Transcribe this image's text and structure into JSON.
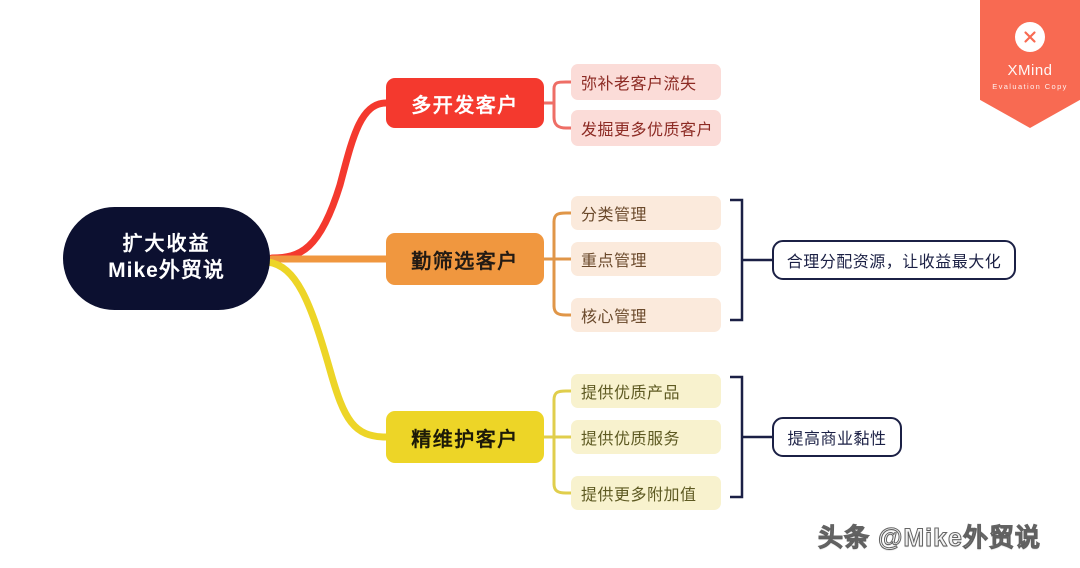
{
  "root": {
    "line1": "扩大收益",
    "line2": "Mike外贸说",
    "color": "#0C1030"
  },
  "branches": [
    {
      "label": "多开发客户",
      "color": "#F4392E",
      "leaf_color": "#FBDCD8",
      "children": [
        {
          "label": "弥补老客户流失"
        },
        {
          "label": "发掘更多优质客户"
        }
      ],
      "summary": null
    },
    {
      "label": "勤筛选客户",
      "color": "#F0973F",
      "leaf_color": "#FBEADC",
      "children": [
        {
          "label": "分类管理"
        },
        {
          "label": "重点管理"
        },
        {
          "label": "核心管理"
        }
      ],
      "summary": "合理分配资源，让收益最大化"
    },
    {
      "label": "精维护客户",
      "color": "#EDD527",
      "leaf_color": "#F8F2CE",
      "children": [
        {
          "label": "提供优质产品"
        },
        {
          "label": "提供优质服务"
        },
        {
          "label": "提供更多附加值"
        }
      ],
      "summary": "提高商业黏性"
    }
  ],
  "summaries": [
    {
      "label": "合理分配资源，让收益最大化"
    },
    {
      "label": "提高商业黏性"
    }
  ],
  "watermark": {
    "xmind_name": "XMind",
    "xmind_sub": "Evaluation Copy",
    "xmind_color": "#F86A52",
    "logo_icon": "x-close-icon",
    "author": "头条 @Mike外贸说"
  }
}
